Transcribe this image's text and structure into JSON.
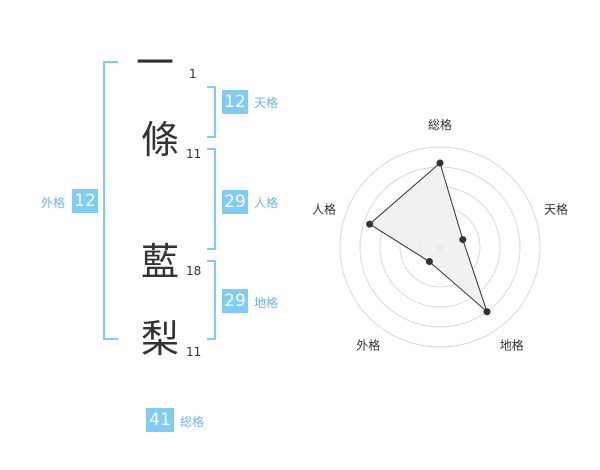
{
  "name": {
    "chars": [
      {
        "char": "一",
        "strokes": "1"
      },
      {
        "char": "條",
        "strokes": "11"
      },
      {
        "char": "藍",
        "strokes": "18"
      },
      {
        "char": "梨",
        "strokes": "11"
      }
    ]
  },
  "fortunes": {
    "tenkaku": {
      "value": "12",
      "label": "天格"
    },
    "jinkaku": {
      "value": "29",
      "label": "人格"
    },
    "chikaku": {
      "value": "29",
      "label": "地格"
    },
    "gaikaku": {
      "value": "12",
      "label": "外格"
    },
    "soukaku": {
      "value": "41",
      "label": "総格"
    }
  },
  "radar": {
    "axes": [
      "総格",
      "天格",
      "地格",
      "外格",
      "人格"
    ],
    "values": [
      4.2,
      1.2,
      4.0,
      0.9,
      3.7
    ],
    "max": 5,
    "fill_color": "#eeeeee",
    "line_color": "#333333",
    "accent_color": "#7fcdf5"
  }
}
